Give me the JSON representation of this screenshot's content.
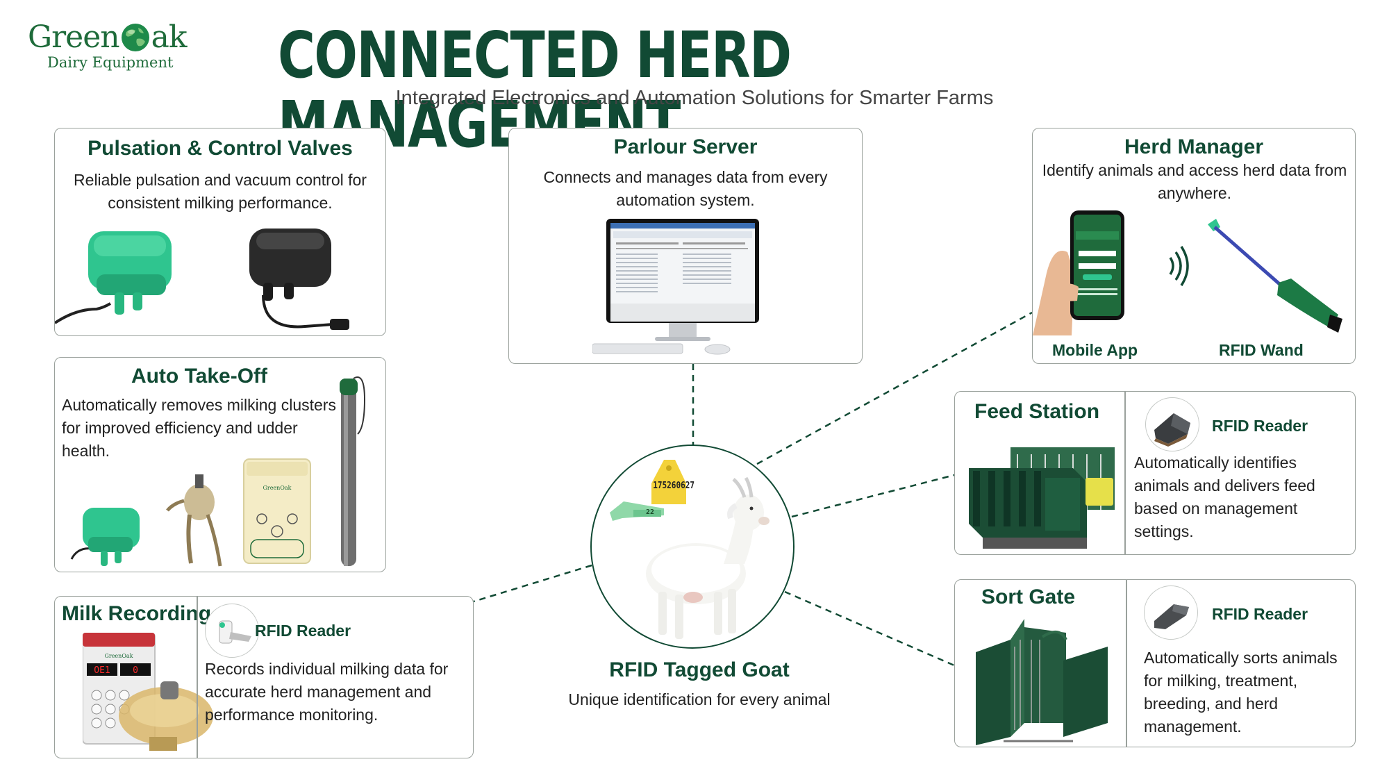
{
  "brand": {
    "name_part1": "Green",
    "name_part2": "ak",
    "subtitle": "Dairy Equipment"
  },
  "header": {
    "title": "CONNECTED HERD MANAGEMENT",
    "subtitle": "Integrated Electronics and Automation Solutions for Smarter Farms"
  },
  "pulsation": {
    "title": "Pulsation & Control Valves",
    "description": "Reliable pulsation and vacuum control for consistent milking performance."
  },
  "parlour": {
    "title": "Parlour Server",
    "description": "Connects and manages data from every automation system."
  },
  "herd_manager": {
    "title": "Herd Manager",
    "description": "Identify animals and access herd data from anywhere.",
    "mobile_label": "Mobile App",
    "wand_label": "RFID Wand"
  },
  "auto_take_off": {
    "title": "Auto Take-Off",
    "description": "Automatically removes milking clusters for improved efficiency and udder health."
  },
  "feed_station": {
    "title": "Feed Station",
    "rfid_label": "RFID Reader",
    "description": "Automatically identifies animals and delivers feed based on management settings."
  },
  "sort_gate": {
    "title": "Sort Gate",
    "rfid_label": "RFID Reader",
    "description": "Automatically sorts animals for milking, treatment, breeding, and herd management."
  },
  "milk_recording": {
    "title": "Milk Recording",
    "rfid_label": "RFID Reader",
    "description": "Records individual milking data for accurate herd management and performance monitoring."
  },
  "goat": {
    "title": "RFID Tagged Goat",
    "description": "Unique identification for every animal",
    "tag_number": "175260627",
    "tag_small": "22"
  },
  "colors": {
    "brand_green": "#114a34",
    "accent_green": "#2fc58f",
    "logo_green": "#1e6b3a"
  }
}
